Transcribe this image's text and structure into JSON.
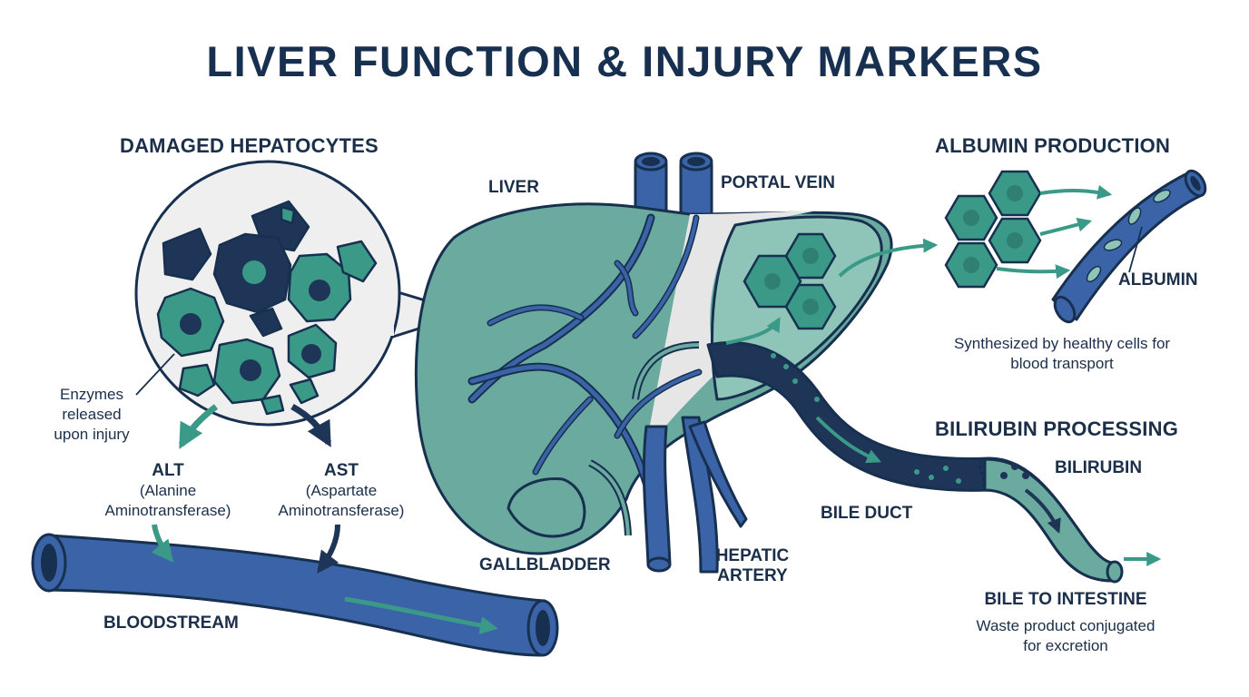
{
  "title": "LIVER FUNCTION & INJURY MARKERS",
  "sections": {
    "hepatocytes": {
      "heading": "DAMAGED HEPATOCYTES",
      "enzymes_note": [
        "Enzymes",
        "released",
        "upon injury"
      ]
    },
    "alt": {
      "abbr": "ALT",
      "name_line1": "(Alanine",
      "name_line2": "Aminotransferase)"
    },
    "ast": {
      "abbr": "AST",
      "name_line1": "(Aspartate",
      "name_line2": "Aminotransferase)"
    },
    "bloodstream": {
      "label": "BLOODSTREAM"
    },
    "liver": {
      "liver_label": "LIVER",
      "portal_vein_label": "PORTAL VEIN",
      "gallbladder_label": "GALLBLADDER",
      "hepatic_artery_label": [
        "HEPATIC",
        "ARTERY"
      ],
      "bile_duct_label": "BILE DUCT"
    },
    "albumin": {
      "heading": "ALBUMIN PRODUCTION",
      "albumin_label": "ALBUMIN",
      "description": [
        "Synthesized by healthy cells for",
        "blood transport"
      ]
    },
    "bilirubin": {
      "heading": "BILIRUBIN PROCESSING",
      "bilirubin_label": "BILIRUBIN",
      "intestine_heading": "BILE TO INTESTINE",
      "description": [
        "Waste product conjugated",
        "for excretion"
      ]
    }
  },
  "colors": {
    "navy": "#17304f",
    "dark_navy": "#1e3558",
    "vessel_blue": "#3b64a8",
    "teal": "#3a9a87",
    "liver_teal": "#6aaa9f",
    "light_teal": "#8fc4b8",
    "magnifier_bg": "#efefef"
  }
}
